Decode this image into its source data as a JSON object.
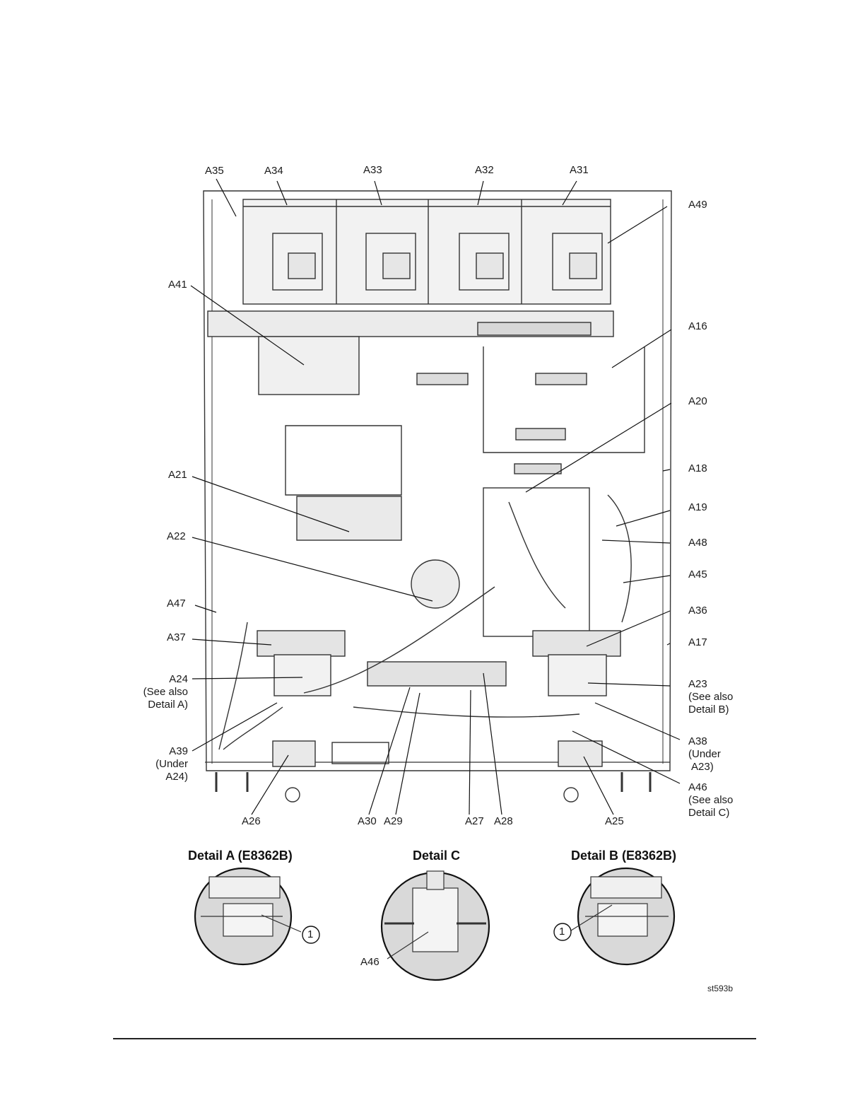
{
  "figure_ref": "st593b",
  "callouts": {
    "A35": "A35",
    "A34": "A34",
    "A33": "A33",
    "A32": "A32",
    "A31": "A31",
    "A49": "A49",
    "A41": "A41",
    "A16": "A16",
    "A20": "A20",
    "A21": "A21",
    "A18": "A18",
    "A19": "A19",
    "A22": "A22",
    "A48": "A48",
    "A45": "A45",
    "A47": "A47",
    "A36": "A36",
    "A37": "A37",
    "A17": "A17",
    "A24": [
      "A24",
      "(See also",
      "Detail A)"
    ],
    "A23": [
      "A23",
      "(See also",
      "Detail B)"
    ],
    "A39": [
      "A39",
      "(Under",
      "A24)"
    ],
    "A38": [
      "A38",
      "(Under",
      "A23)"
    ],
    "A46": [
      "A46",
      "(See also",
      "Detail C)"
    ],
    "A26": "A26",
    "A30": "A30",
    "A29": "A29",
    "A27": "A27",
    "A28": "A28",
    "A25": "A25"
  },
  "details": {
    "a_title": "Detail A (E8362B)",
    "c_title": "Detail C",
    "b_title": "Detail B (E8362B)",
    "a_marker": "1",
    "b_marker": "1",
    "c_label": "A46"
  }
}
